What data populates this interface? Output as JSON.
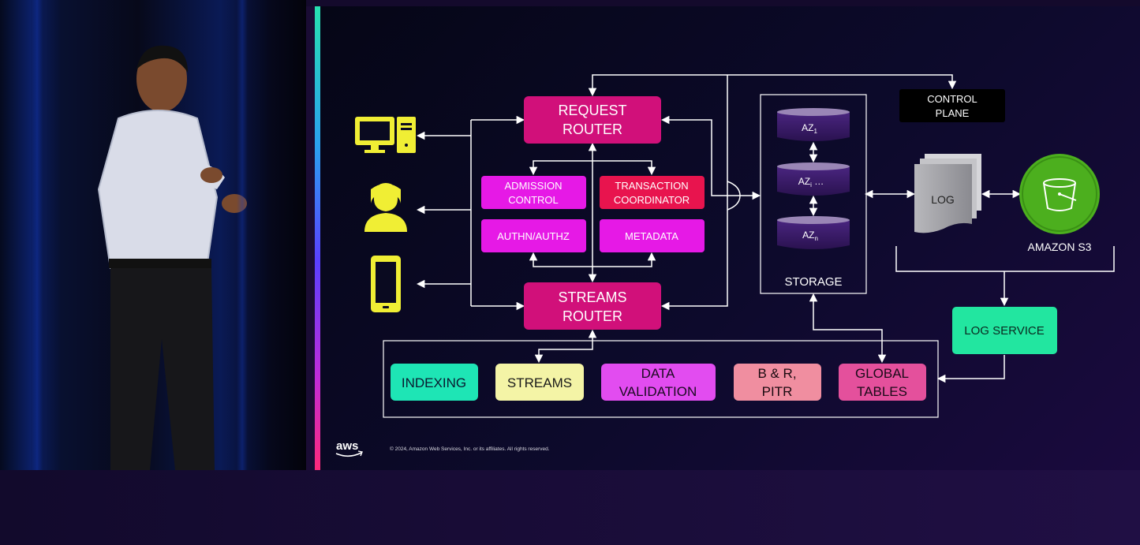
{
  "diagram": {
    "request_router": [
      "REQUEST",
      "ROUTER"
    ],
    "streams_router": [
      "STREAMS",
      "ROUTER"
    ],
    "admission_control": [
      "ADMISSION",
      "CONTROL"
    ],
    "transaction_coordinator": [
      "TRANSACTION",
      "COORDINATOR"
    ],
    "authn": "AUTHN/AUTHZ",
    "metadata": "METADATA",
    "control_plane": [
      "CONTROL",
      "PLANE"
    ],
    "storage_label": "STORAGE",
    "az_1": {
      "main": "AZ",
      "sub": "1"
    },
    "az_i": {
      "main": "AZ",
      "sub": "i",
      "suffix": " …"
    },
    "az_n": {
      "main": "AZ",
      "sub": "n"
    },
    "log": "LOG",
    "amazon_s3": "AMAZON S3",
    "log_service": "LOG SERVICE",
    "indexing": "INDEXING",
    "streams": "STREAMS",
    "data_validation": [
      "DATA",
      "VALIDATION"
    ],
    "b_r_pitr": [
      "B & R,",
      "PITR"
    ],
    "global_tables": [
      "GLOBAL",
      "TABLES"
    ]
  },
  "footer": {
    "logo": "aws",
    "copyright": "© 2024, Amazon Web Services, Inc. or its affiliates. All rights reserved."
  },
  "icons": {
    "desktop": "desktop-computer-icon",
    "user": "user-icon",
    "mobile": "mobile-phone-icon",
    "bucket": "s3-bucket-icon"
  },
  "colors": {
    "router": "#d1107a",
    "magenta": "#e619e6",
    "coordinator": "#e8144e",
    "indexing": "#1ee5b5",
    "streams": "#f4f4a6",
    "data_validation": "#e24cf0",
    "b_r": "#f08ea0",
    "global_tables": "#e4509c",
    "log_service": "#22e6a0",
    "s3": "#4caf1e",
    "device_icons": "#f0ee34"
  }
}
